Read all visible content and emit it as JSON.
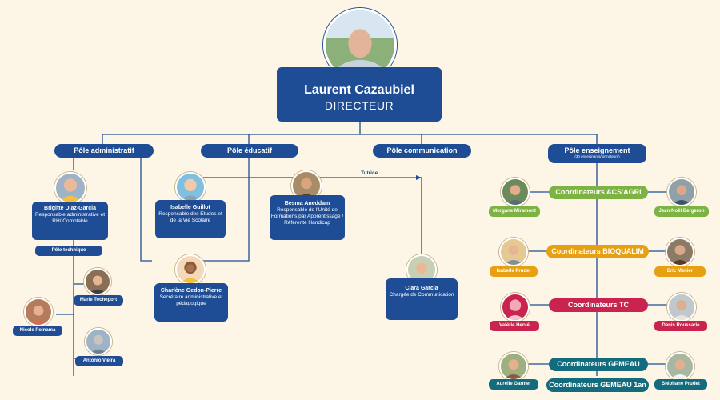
{
  "director": {
    "name": "Laurent Cazaubiel",
    "title": "DIRECTEUR"
  },
  "poles": {
    "admin": "Pôle administratif",
    "edu": "Pôle éducatif",
    "comm": "Pôle communication",
    "ens": "Pôle enseignement",
    "ens_sub": "(30 enseignants/formateurs)",
    "tech": "Pôle technique"
  },
  "tutrice": "Tutrice",
  "people": {
    "brigitte": {
      "name": "Brigitte Diaz-Garcia",
      "role": "Responsable administrative et RH/ Comptable"
    },
    "isabelle_g": {
      "name": "Isabelle Guillot",
      "role": "Responsable des Études et de la Vie Scolaire"
    },
    "besma": {
      "name": "Besma Aneddam",
      "role": "Responsable de l'Unité de Formations par Apprentissage / Référente Handicap"
    },
    "charlene": {
      "name": "Charlène Gedon-Pierre",
      "role": "Secrétaire administrative et pédagogique"
    },
    "clara": {
      "name": "Clara Garcia",
      "role": "Chargée de Communication"
    },
    "marie": "Marie Tocheport",
    "nicole": "Nicole Poinama",
    "antonio": "Antonio Vieira"
  },
  "coordinators": {
    "acs": "Coordinateurs ACS'AGRI",
    "bioq": "Coordinateurs BIOQUALIM",
    "tc": "Coordinateurs TC",
    "gemeau": "Coordinateurs GEMEAU",
    "gemeau1": "Coordinateurs GEMEAU 1an"
  },
  "coord_people": {
    "morgane": "Morgane Miramont",
    "jeannoel": "Jean-Noël Bergeron",
    "isabelle_p": "Isabelle Prudet",
    "eric": "Eric Menier",
    "valerie": "Valérie Hervé",
    "denis": "Denis Roussarie",
    "aurelie": "Aurélie Garnier",
    "stephane": "Stéphane Prudet"
  },
  "colors": {
    "navy": "#1e4d95",
    "green": "#7cb342",
    "orange": "#e6a012",
    "red": "#c8244f",
    "teal": "#126c7d",
    "background": "#fdf5e6"
  }
}
